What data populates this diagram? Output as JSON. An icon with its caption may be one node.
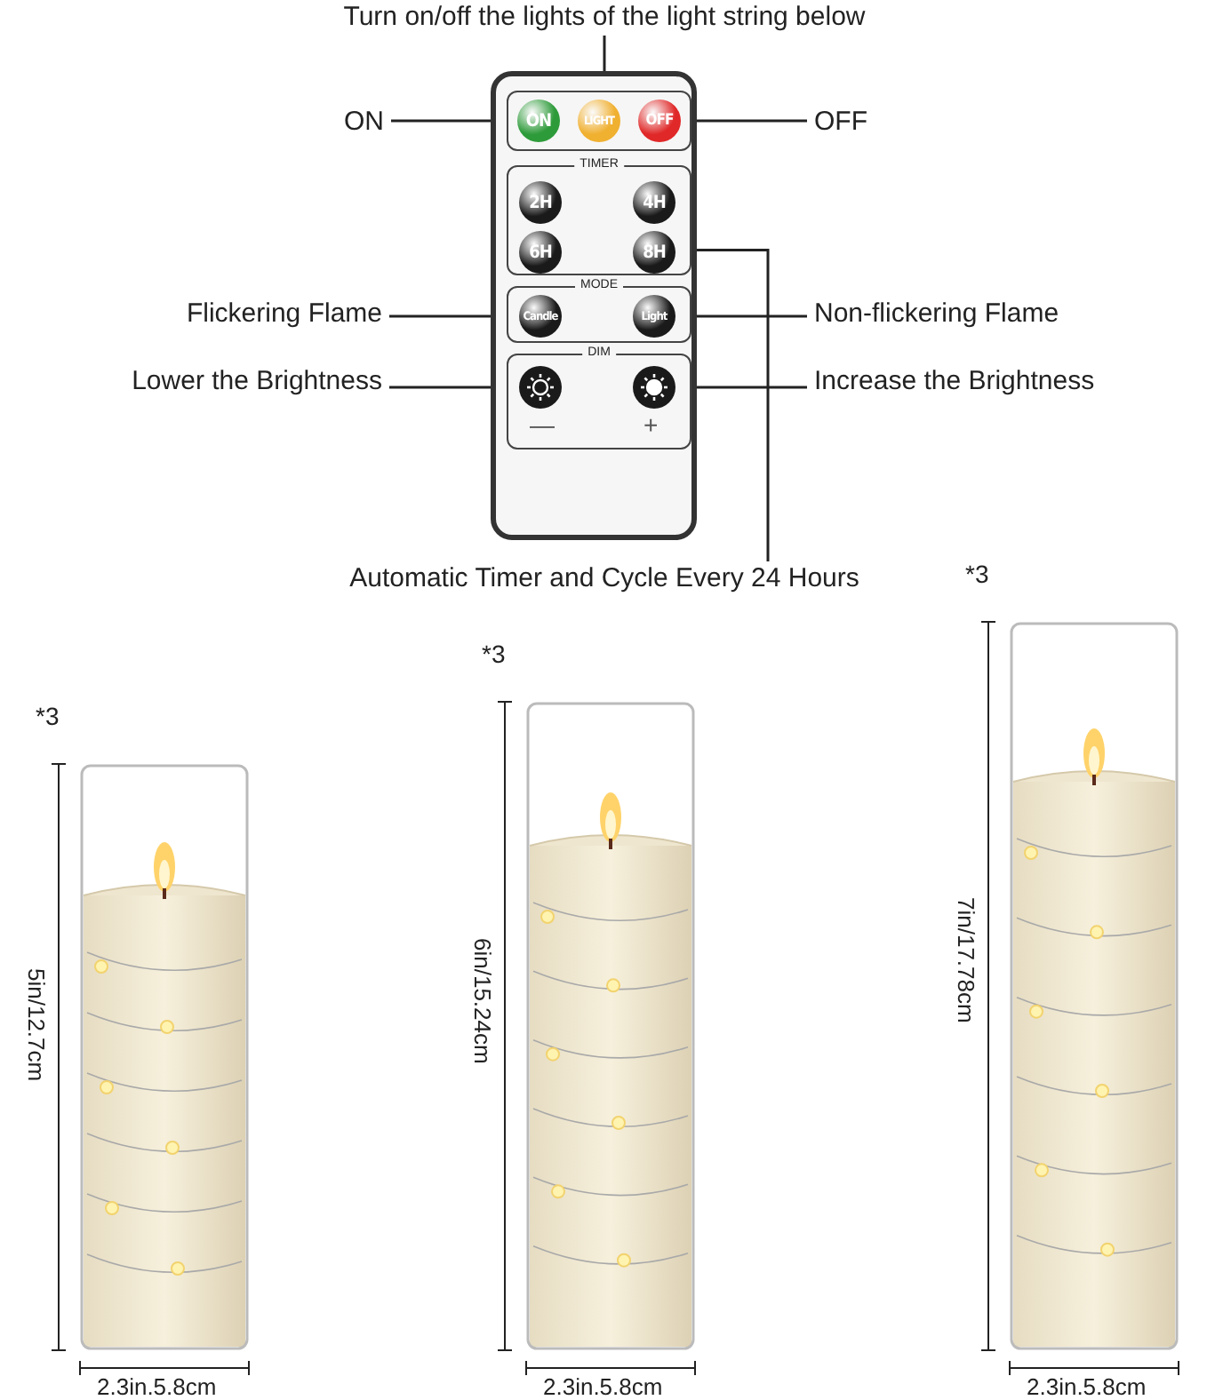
{
  "diagram": {
    "nodes": [
      {
        "text": [
          "Turn on/off the lights of the light string below"
        ]
      },
      {
        "text": [],
        "shape": "box"
      },
      {
        "text": [
          "ON"
        ],
        "in": 1
      },
      {
        "text": [
          "LIGHT"
        ],
        "in": 1
      },
      {
        "text": [
          "OFF"
        ],
        "in": 1
      },
      {
        "text": [
          "TIMER"
        ],
        "in": 1
      },
      {
        "text": [
          "2H"
        ],
        "in": 5
      },
      {
        "text": [
          "4H"
        ],
        "in": 5
      },
      {
        "text": [
          "6H"
        ],
        "in": 5
      },
      {
        "text": [
          "8H"
        ],
        "in": 5
      },
      {
        "text": [
          "MODE"
        ],
        "in": 1
      },
      {
        "text": [
          "Candle"
        ],
        "in": 10
      },
      {
        "text": [
          "Light"
        ],
        "in": 10
      },
      {
        "text": [
          "DIM"
        ],
        "in": 1
      },
      {
        "text": [],
        "shape": "circle",
        "in": 13,
        "beside": [
          "—"
        ]
      },
      {
        "text": [],
        "shape": "circle",
        "in": 13,
        "beside": [
          "+"
        ]
      },
      {
        "text": [
          "ON"
        ]
      },
      {
        "text": [
          "OFF"
        ]
      },
      {
        "text": [
          "Flickering Flame"
        ]
      },
      {
        "text": [
          "Non-flickering Flame"
        ]
      },
      {
        "text": [
          "Lower the Brightness"
        ]
      },
      {
        "text": [
          "Increase the Brightness"
        ]
      },
      {
        "text": [
          "Automatic Timer and Cycle Every 24 Hours"
        ]
      },
      {
        "text": [],
        "shape": "picture",
        "beside": [
          "*3"
        ]
      },
      {
        "text": [],
        "shape": "picture",
        "beside": [
          "*3"
        ]
      },
      {
        "text": [],
        "shape": "picture",
        "beside": [
          "*3"
        ]
      }
    ],
    "edges": [
      {
        "from": 0,
        "to": 1,
        "arrow": "none"
      },
      {
        "from": 16,
        "to": 2,
        "arrow": "none"
      },
      {
        "from": 17,
        "to": 4,
        "arrow": "none"
      },
      {
        "from": 18,
        "to": 11,
        "arrow": "none"
      },
      {
        "from": 19,
        "to": 12,
        "arrow": "none"
      },
      {
        "from": 20,
        "to": 14,
        "arrow": "none"
      },
      {
        "from": 21,
        "to": 15,
        "arrow": "none"
      },
      {
        "from": 22,
        "to": 5,
        "arrow": "none"
      }
    ],
    "labels": [
      "5in/12.7cm",
      "2.3in.5.8cm",
      "6in/15.24cm",
      "2.3in.5.8cm",
      "7in/17.78cm",
      "2.3in.5.8cm"
    ]
  }
}
